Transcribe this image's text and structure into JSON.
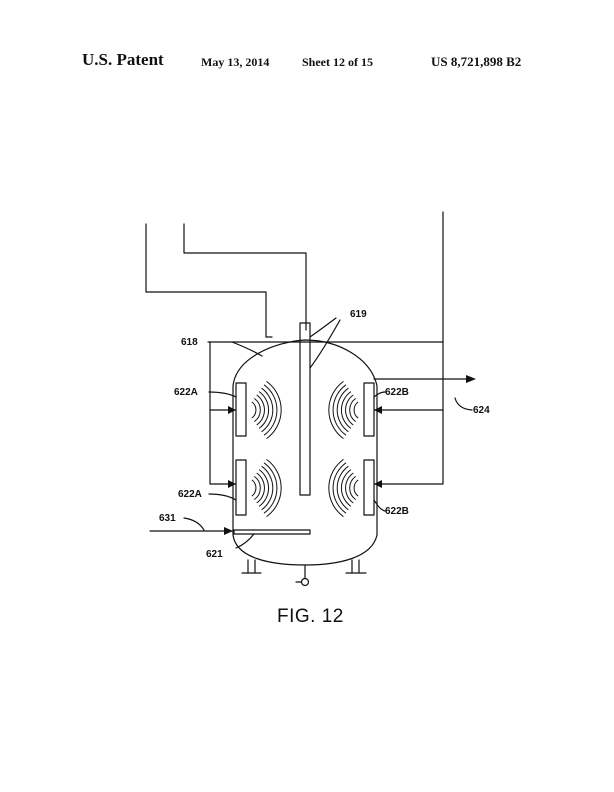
{
  "header": {
    "patent_label": "U.S. Patent",
    "date": "May 13, 2014",
    "sheet": "Sheet 12 of 15",
    "patent_number": "US 8,721,898 B2"
  },
  "figure": {
    "caption": "FIG. 12",
    "refs": {
      "r619": "619",
      "r618": "618",
      "r622A_top": "622A",
      "r622B_top": "622B",
      "r624": "624",
      "r631": "631",
      "r622A_bottom": "622A",
      "r622B_bottom": "622B",
      "r621": "621"
    }
  },
  "colors": {
    "ink": "#111111",
    "paper": "#ffffff"
  }
}
